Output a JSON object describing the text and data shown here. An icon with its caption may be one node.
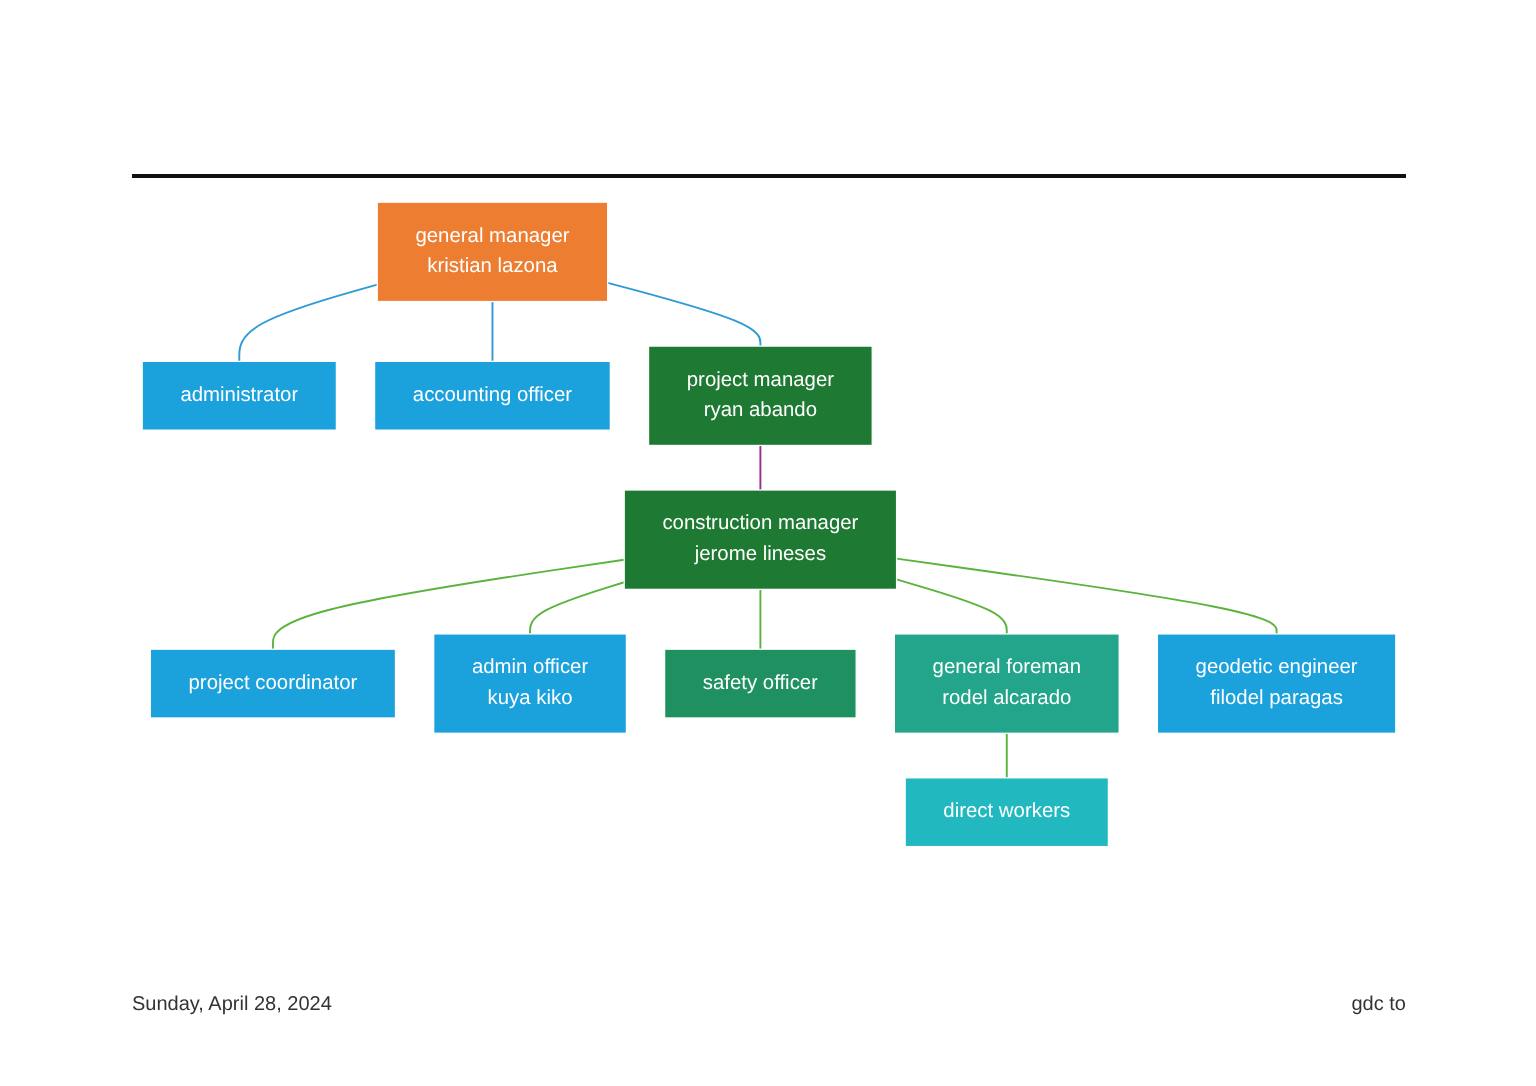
{
  "diagram": {
    "nodes": [
      {
        "text": [
          "general manager",
          "kristian lazona"
        ]
      },
      {
        "text": [
          "administrator"
        ]
      },
      {
        "text": [
          "accounting officer"
        ]
      },
      {
        "text": [
          "project manager",
          "ryan abando"
        ]
      },
      {
        "text": [
          "construction manager",
          "jerome lineses"
        ]
      },
      {
        "text": [
          "project coordinator"
        ]
      },
      {
        "text": [
          "admin officer",
          "kuya kiko"
        ]
      },
      {
        "text": [
          "safety officer"
        ]
      },
      {
        "text": [
          "general foreman",
          "rodel alcarado"
        ]
      },
      {
        "text": [
          "geodetic engineer",
          "filodel paragas"
        ]
      },
      {
        "text": [
          "direct workers"
        ]
      }
    ],
    "edges": [
      {
        "from": 0,
        "to": 1,
        "arrow": "none",
        "color": "#2f9bd6"
      },
      {
        "from": 0,
        "to": 2,
        "arrow": "none",
        "color": "#2f9bd6"
      },
      {
        "from": 0,
        "to": 3,
        "arrow": "none",
        "color": "#2f9bd6"
      },
      {
        "from": 3,
        "to": 4,
        "arrow": "none",
        "color": "#9b2d8f"
      },
      {
        "from": 4,
        "to": 5,
        "arrow": "none"
      },
      {
        "from": 4,
        "to": 6,
        "arrow": "none"
      },
      {
        "from": 4,
        "to": 7,
        "arrow": "none"
      },
      {
        "from": 4,
        "to": 8,
        "arrow": "none"
      },
      {
        "from": 4,
        "to": 9,
        "arrow": "none"
      },
      {
        "from": 8,
        "to": 10,
        "arrow": "none"
      }
    ],
    "labels": [
      "Sunday, April 28, 2024",
      "gdc to"
    ]
  }
}
